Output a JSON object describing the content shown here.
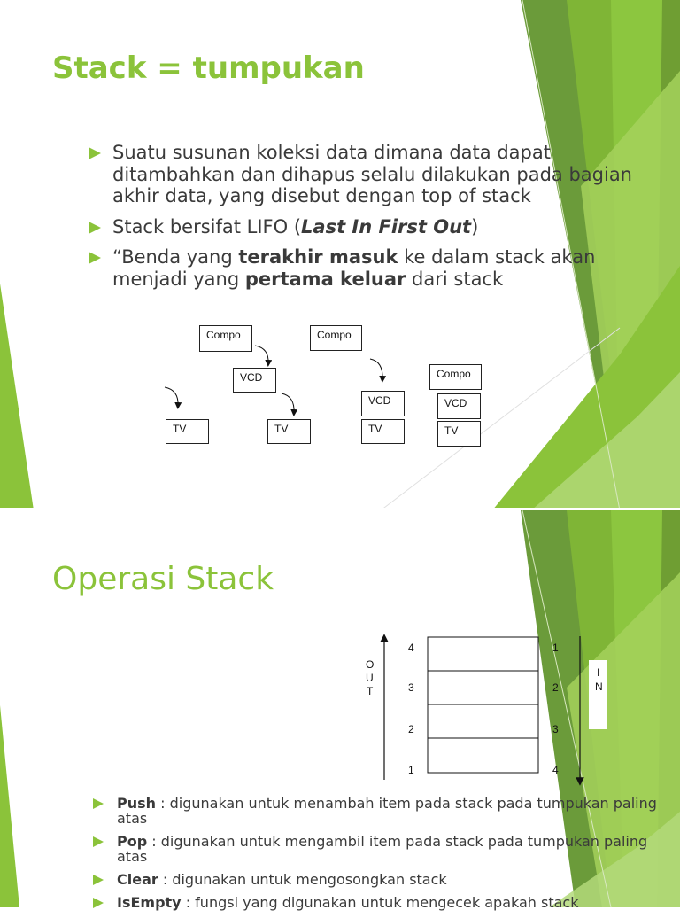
{
  "slide1": {
    "title": "Stack = tumpukan",
    "bullets": [
      {
        "text": "Suatu susunan koleksi data dimana data  dapat ditambahkan dan dihapus selalu dilakukan pada bagian akhir data, yang disebut dengan top of stack"
      },
      {
        "pre": "Stack bersifat LIFO (",
        "em": "Last In First Out",
        "post": ")"
      },
      {
        "pre": "“Benda yang ",
        "b1": "terakhir masuk",
        "mid": " ke dalam stack akan menjadi yang ",
        "b2": "pertama keluar",
        "post": " dari stack"
      }
    ],
    "diagram": {
      "compo": "Compo",
      "vcd": "VCD",
      "tv": "TV"
    }
  },
  "slide2": {
    "title": "Operasi Stack",
    "out_letters": [
      "O",
      "U",
      "T"
    ],
    "in_letters": [
      "I",
      "N"
    ],
    "left_numbers": [
      "4",
      "3",
      "2",
      "1"
    ],
    "right_numbers": [
      "1",
      "2",
      "3",
      "4"
    ],
    "bullets": [
      {
        "term": "Push",
        "desc": " : digunakan untuk menambah item pada stack pada tumpukan paling atas"
      },
      {
        "term": "Pop",
        "desc": " : digunakan untuk mengambil item pada stack pada tumpukan paling atas"
      },
      {
        "term": "Clear",
        "desc": " : digunakan untuk mengosongkan stack"
      },
      {
        "term": "IsEmpty",
        "desc": " : fungsi yang digunakan untuk mengecek apakah stack"
      }
    ]
  }
}
